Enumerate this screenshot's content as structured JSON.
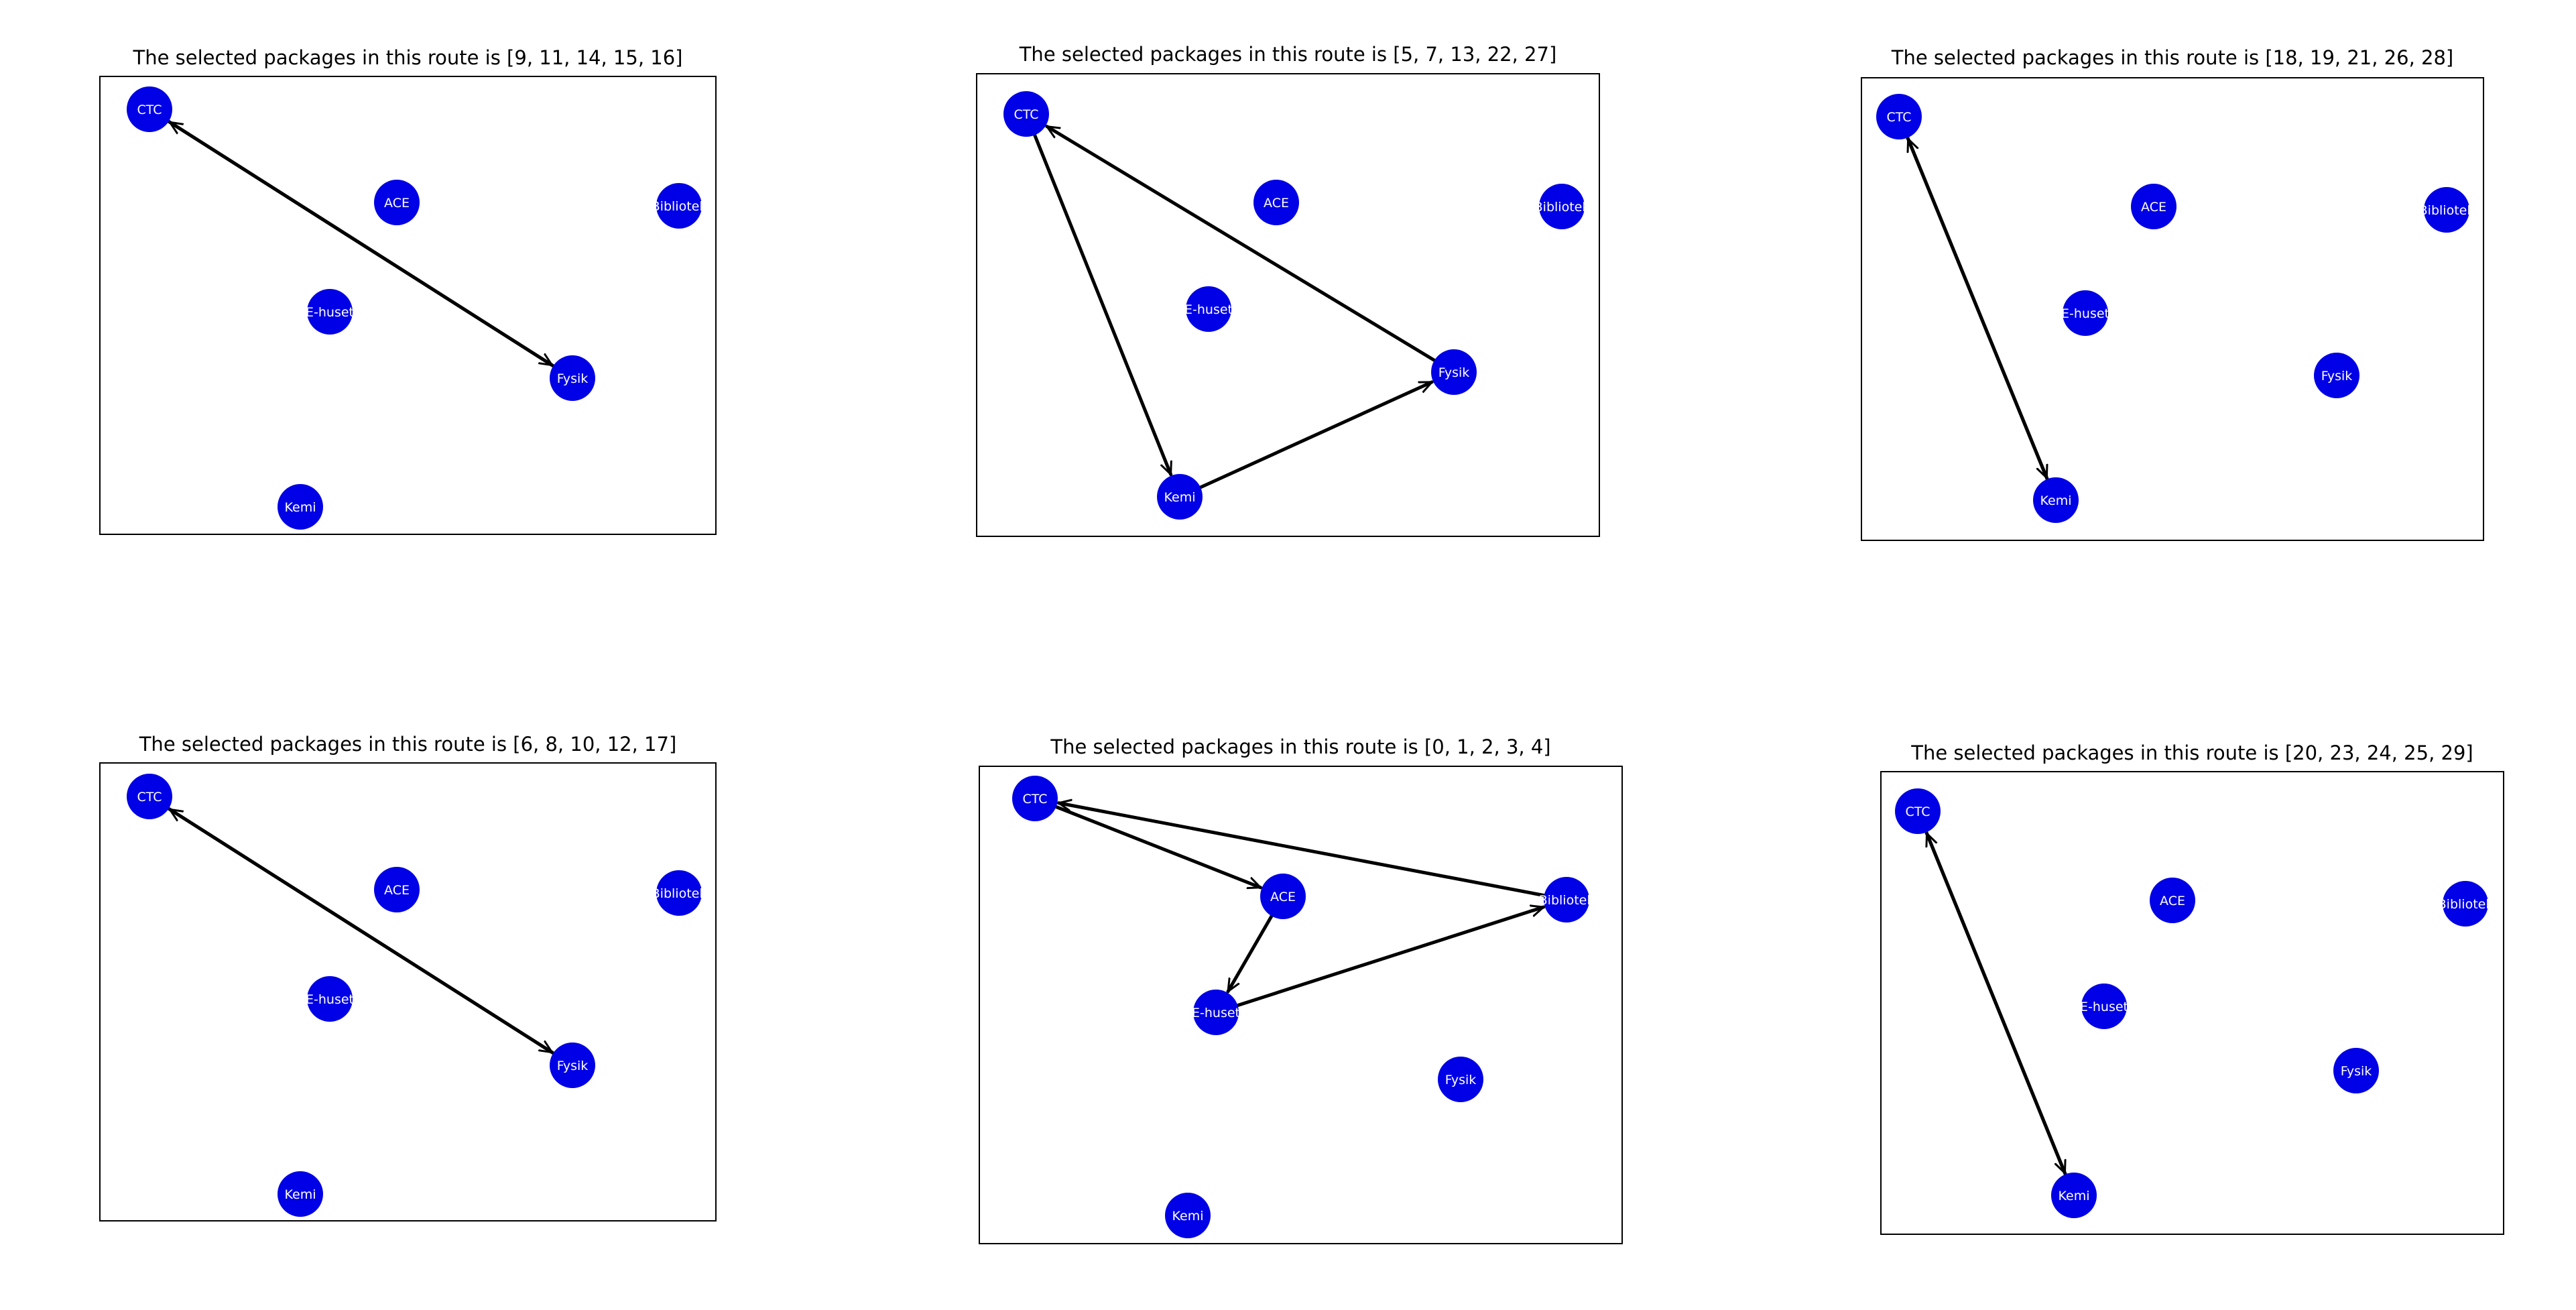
{
  "colors": {
    "node_fill": "#0000e6",
    "node_text": "#ffffff",
    "edge": "#000000",
    "frame": "#000000",
    "background": "#ffffff"
  },
  "nodes": {
    "CTC": {
      "label": "CTC"
    },
    "ACE": {
      "label": "ACE"
    },
    "Bibliotek": {
      "label": "Bibliotek"
    },
    "E-huset": {
      "label": "E-huset"
    },
    "Fysik": {
      "label": "Fysik"
    },
    "Kemi": {
      "label": "Kemi"
    }
  },
  "panels": [
    {
      "title": "The selected packages in this route is [9, 11, 14, 15, 16]",
      "edges": [
        [
          "CTC",
          "Fysik"
        ],
        [
          "Fysik",
          "CTC"
        ]
      ]
    },
    {
      "title": "The selected packages in this route is [5, 7, 13, 22, 27]",
      "edges": [
        [
          "CTC",
          "Kemi"
        ],
        [
          "Kemi",
          "Fysik"
        ],
        [
          "Fysik",
          "CTC"
        ]
      ]
    },
    {
      "title": "The selected packages in this route is [18, 19, 21, 26, 28]",
      "edges": [
        [
          "CTC",
          "Kemi"
        ],
        [
          "Kemi",
          "CTC"
        ]
      ]
    },
    {
      "title": "The selected packages in this route is [6, 8, 10, 12, 17]",
      "edges": [
        [
          "CTC",
          "Fysik"
        ],
        [
          "Fysik",
          "CTC"
        ]
      ]
    },
    {
      "title": "The selected packages in this route is [0, 1, 2, 3, 4]",
      "edges": [
        [
          "CTC",
          "ACE"
        ],
        [
          "ACE",
          "E-huset"
        ],
        [
          "E-huset",
          "Bibliotek"
        ],
        [
          "Bibliotek",
          "CTC"
        ]
      ]
    },
    {
      "title": "The selected packages in this route is [20, 23, 24, 25, 29]",
      "edges": [
        [
          "CTC",
          "Kemi"
        ],
        [
          "Kemi",
          "CTC"
        ]
      ]
    }
  ]
}
